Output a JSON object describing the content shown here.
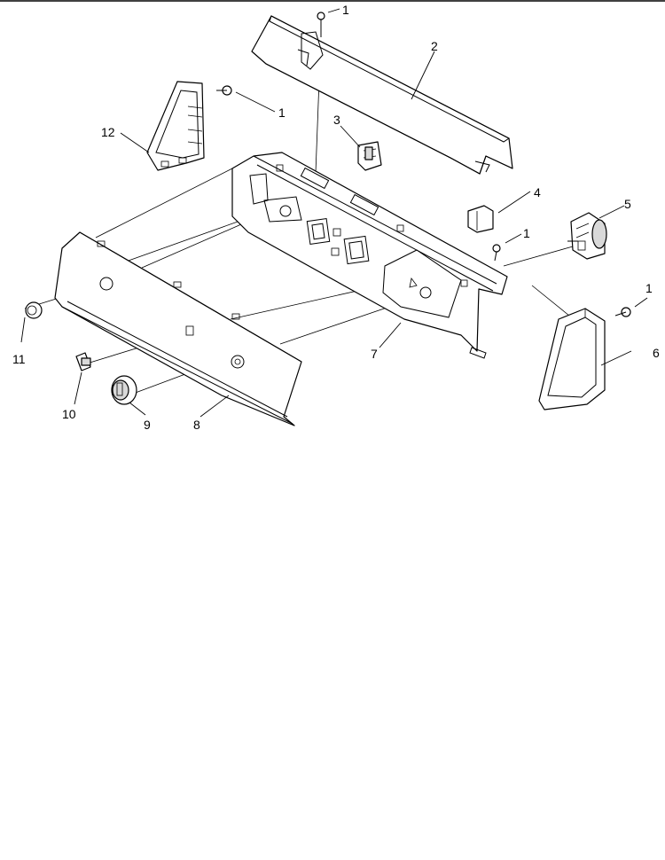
{
  "callouts": {
    "c1a": "1",
    "c1b": "1",
    "c1c": "1",
    "c1d": "1",
    "c2": "2",
    "c3": "3",
    "c4": "4",
    "c5": "5",
    "c6": "6",
    "c7": "7",
    "c8": "8",
    "c9": "9",
    "c10": "10",
    "c11": "11",
    "c12": "12"
  }
}
